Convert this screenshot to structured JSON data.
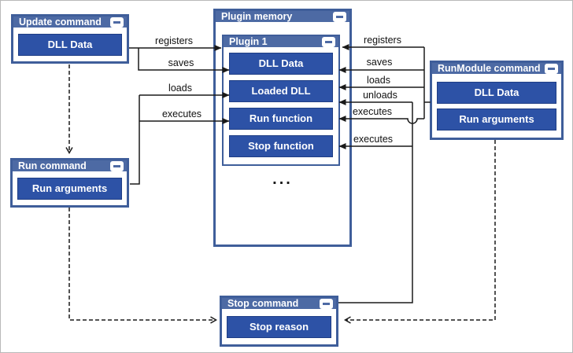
{
  "colors": {
    "box_border": "#3f5e9a",
    "header_band": "#4d6aa4",
    "item_button": "#2d52a6",
    "line": "#1a1a1a"
  },
  "boxes": {
    "update_command": {
      "title": "Update command",
      "items": [
        "DLL Data"
      ]
    },
    "run_command": {
      "title": "Run command",
      "items": [
        "Run arguments"
      ]
    },
    "stop_command": {
      "title": "Stop command",
      "items": [
        "Stop reason"
      ]
    },
    "runmodule_command": {
      "title": "RunModule command",
      "items": [
        "DLL Data",
        "Run arguments"
      ]
    },
    "plugin_memory": {
      "title": "Plugin memory",
      "ellipsis": "...",
      "plugin": {
        "title": "Plugin 1",
        "items": [
          "DLL Data",
          "Loaded DLL",
          "Run function",
          "Stop function"
        ]
      }
    }
  },
  "edge_labels": {
    "left_registers": "registers",
    "left_saves": "saves",
    "left_loads": "loads",
    "left_executes": "executes",
    "right_registers": "registers",
    "right_saves": "saves",
    "right_loads": "loads",
    "right_unloads": "unloads",
    "right_executes_run": "executes",
    "right_executes_stop": "executes"
  }
}
